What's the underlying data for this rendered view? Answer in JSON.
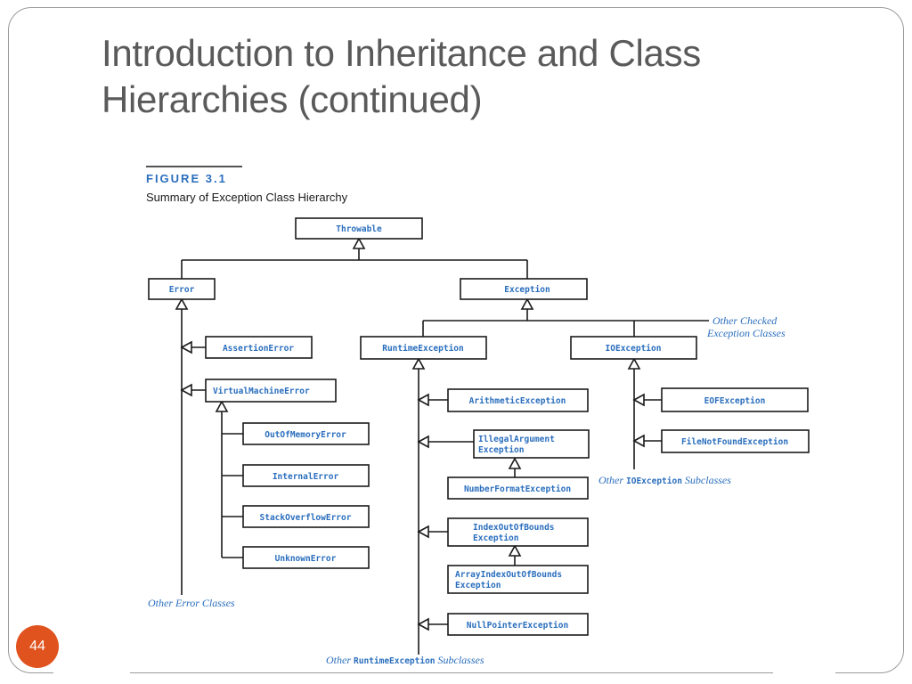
{
  "slide": {
    "title_line1": "Introduction to Inheritance and Class",
    "title_line2": "Hierarchies (continued)",
    "page_number": "44"
  },
  "figure": {
    "label": "FIGURE 3.1",
    "caption": "Summary of Exception Class Hierarchy"
  },
  "classes": {
    "throwable": "Throwable",
    "error": "Error",
    "exception": "Exception",
    "assertion_error": "AssertionError",
    "virtual_machine_error": "VirtualMachineError",
    "out_of_memory_error": "OutOfMemoryError",
    "internal_error": "InternalError",
    "stack_overflow_error": "StackOverflowError",
    "unknown_error": "UnknownError",
    "runtime_exception": "RuntimeException",
    "io_exception": "IOException",
    "arithmetic_exception": "ArithmeticException",
    "illegal_argument_line1": "IllegalArgument",
    "illegal_argument_line2": "Exception",
    "number_format_exception": "NumberFormatException",
    "index_oob_line1": "IndexOutOfBounds",
    "index_oob_line2": "Exception",
    "array_index_oob_line1": "ArrayIndexOutOfBounds",
    "array_index_oob_line2": "Exception",
    "null_pointer_exception": "NullPointerException",
    "eof_exception": "EOFException",
    "file_not_found_exception": "FileNotFoundException"
  },
  "notes": {
    "other_checked_line1": "Other Checked",
    "other_checked_line2": "Exception Classes",
    "other_error_classes": "Other Error Classes",
    "other_io_prefix": "Other ",
    "other_io_mono": "IOException",
    "other_io_suffix": " Subclasses",
    "other_runtime_prefix": "Other ",
    "other_runtime_mono": "RuntimeException",
    "other_runtime_suffix": " Subclasses"
  },
  "colors": {
    "class_text": "#2a6ebd",
    "page_badge": "#e0531e",
    "title_text": "#5a5a5a"
  }
}
